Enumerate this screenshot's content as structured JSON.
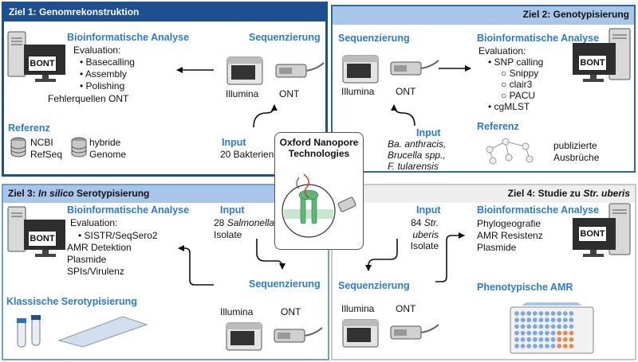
{
  "panel1": {
    "title": "Ziel 1: Genomrekonstruktion",
    "bioinf_heading": "Bioinformatische Analyse",
    "bont": "BONT",
    "evaluation": "Evaluation:",
    "items": [
      "Basecalling",
      "Assembly",
      "Polishing"
    ],
    "errors": "Fehlerquellen ONT",
    "seq_heading": "Sequenzierung",
    "illumina": "Illumina",
    "ont": "ONT",
    "ref_heading": "Referenz",
    "ref_db1": [
      "NCBI",
      "RefSeq"
    ],
    "ref_db2": [
      "hybride",
      "Genome"
    ],
    "input_heading": "Input",
    "input_value": "20 Bakterien"
  },
  "panel2": {
    "title": "Ziel 2: Genotypisierung",
    "seq_heading": "Sequenzierung",
    "illumina": "Illumina",
    "ont": "ONT",
    "bioinf_heading": "Bioinformatische Analyse",
    "evaluation": "Evaluation:",
    "item1": "SNP calling",
    "subitems": [
      "Snippy",
      "clair3",
      "PACU"
    ],
    "item2": "cgMLST",
    "bont": "BONT",
    "input_heading": "Input",
    "input_lines": [
      "Ba. anthracis,",
      "Brucella spp.,",
      "F. tularensis"
    ],
    "ref_heading": "Referenz",
    "ref_text": [
      "publizierte",
      "Ausbrüche"
    ]
  },
  "center": {
    "title_line1": "Oxford Nanopore",
    "title_line2": "Technologies"
  },
  "panel3": {
    "title_prefix": "Ziel 3: ",
    "title_italic": "In silico",
    "title_suffix": " Serotypisierung",
    "bioinf_heading": "Bioinformatische Analyse",
    "bont": "BONT",
    "evaluation": "Evaluation:",
    "item1": "SISTR/SeqSero2",
    "lines": [
      "AMR Detektion",
      "Plasmide",
      "SPIs/Virulenz"
    ],
    "input_heading": "Input",
    "input_number": "28",
    "input_species": "Salmonella",
    "input_isolates": "Isolate",
    "seq_heading": "Sequenzierung",
    "class_heading": "Klassische Serotypisierung",
    "illumina": "Illumina",
    "ont": "ONT"
  },
  "panel4": {
    "title_prefix": "Ziel 4: Studie zu ",
    "title_italic": "Str. uberis",
    "input_heading": "Input",
    "input_number": "84",
    "input_species": "Str. uberis",
    "input_isolates": "Isolate",
    "bioinf_heading": "Bioinformatische Analyse",
    "lines": [
      "Phylogeografie",
      "AMR Resistenz",
      "Plasmide"
    ],
    "bont": "BONT",
    "seq_heading": "Sequenzierung",
    "illumina": "Illumina",
    "ont": "ONT",
    "amr_heading": "Phenotypische AMR"
  }
}
